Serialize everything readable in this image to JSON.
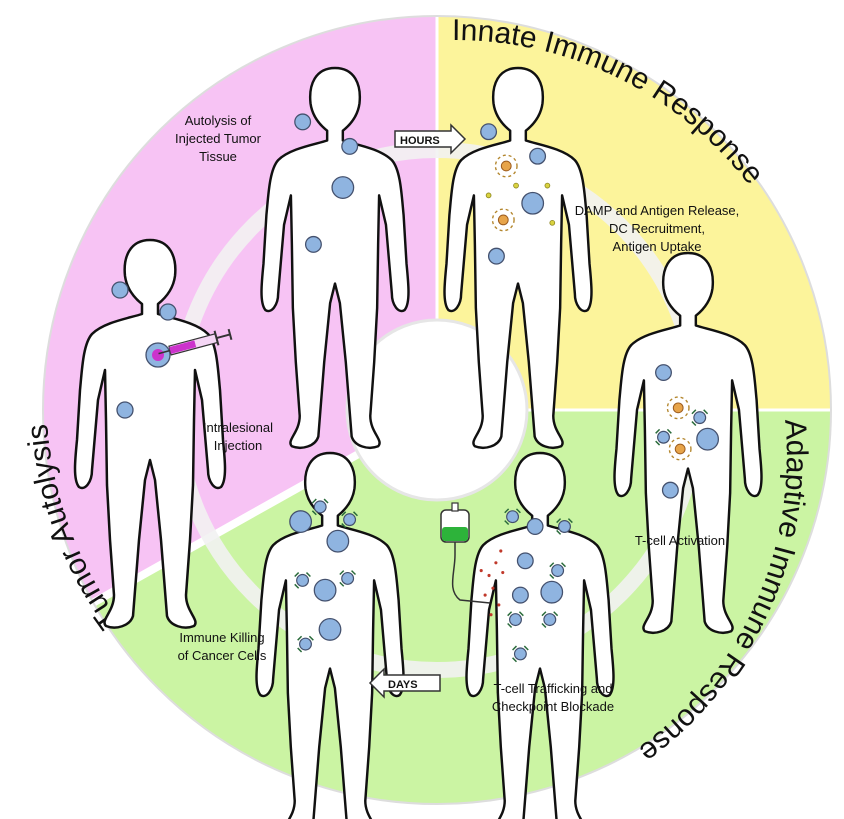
{
  "colors": {
    "tumor_autolysis": "#f7c3f4",
    "innate": "#fcf49b",
    "adaptive": "#cbf4a3",
    "body_outline": "#111111",
    "tumor_cell": "#8fb4e0",
    "injection": "#cc33cc",
    "iv_bag": "#2db33a",
    "arrow": "#eeeeee"
  },
  "sections": {
    "tumor_autolysis": "Tumor Autolysis",
    "innate_response": "Innate Immune Response",
    "adaptive_response": "Adaptive Immune Response"
  },
  "steps": {
    "intralesional_line1": "Intralesional",
    "intralesional_line2": "Injection",
    "autolysis_line1": "Autolysis of",
    "autolysis_line2": "Injected Tumor",
    "autolysis_line3": "Tissue",
    "damp_line1": "DAMP and Antigen Release,",
    "damp_line2": "DC Recruitment,",
    "damp_line3": "Antigen Uptake",
    "tcell_activation": "T-cell Activation",
    "trafficking_line1": "T-cell Trafficking and",
    "trafficking_line2": "Checkpoint Blockade",
    "killing_line1": "Immune Killing",
    "killing_line2": "of Cancer Cells"
  },
  "time_tags": {
    "hours": "HOURS",
    "days": "DAYS"
  },
  "icons": [
    "human-body-icon",
    "tumor-cell-icon",
    "syringe-icon",
    "dendritic-cell-icon",
    "t-cell-icon",
    "iv-bag-icon"
  ]
}
